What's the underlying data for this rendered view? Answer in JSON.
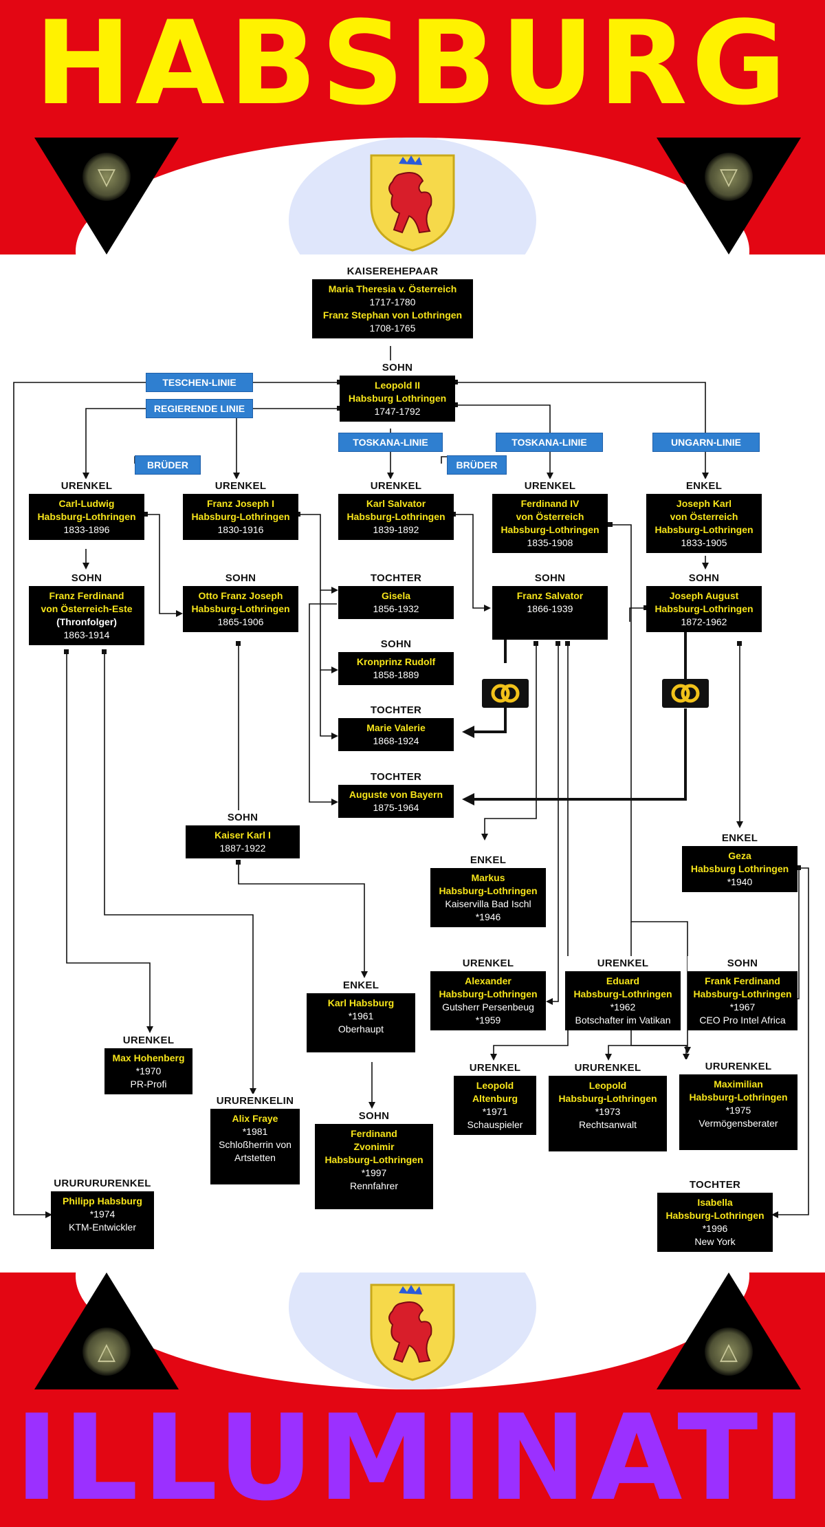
{
  "header": {
    "title": "HABSBURG",
    "title_color": "#fff200",
    "band_color": "#e30613"
  },
  "footer": {
    "title": "ILLUMINATI",
    "title_color": "#9b30ff"
  },
  "emblems": {
    "eye_icon": "eye-of-providence-icon",
    "crest_icon": "habsburg-lion-crest-icon"
  },
  "lineages": {
    "teschen": "TESCHEN-LINIE",
    "regierende": "REGIERENDE LINIE",
    "toskana_1": "TOSKANA-LINIE",
    "toskana_2": "TOSKANA-LINIE",
    "ungarn": "UNGARN-LINIE",
    "brueder_1": "BRÜDER",
    "brueder_2": "BRÜDER"
  },
  "persons": {
    "kaiserpaar": {
      "role": "KAISEREHEPAAR",
      "name1": "Maria Theresia v. Österreich",
      "years1": "1717-1780",
      "name2": "Franz Stephan von Lothringen",
      "years2": "1708-1765"
    },
    "leopold2": {
      "role": "SOHN",
      "name1": "Leopold II",
      "name2": "Habsburg Lothringen",
      "years": "1747-1792"
    },
    "carl_ludwig": {
      "role": "URENKEL",
      "name1": "Carl-Ludwig",
      "name2": "Habsburg-Lothringen",
      "years": "1833-1896"
    },
    "franz_joseph": {
      "role": "URENKEL",
      "name1": "Franz Joseph I",
      "name2": "Habsburg-Lothringen",
      "years": "1830-1916"
    },
    "karl_salvator": {
      "role": "URENKEL",
      "name1": "Karl Salvator",
      "name2": "Habsburg-Lothringen",
      "years": "1839-1892"
    },
    "ferdinand4": {
      "role": "URENKEL",
      "name1": "Ferdinand IV",
      "name2": "von Österreich",
      "name3": "Habsburg-Lothringen",
      "years": "1835-1908"
    },
    "joseph_karl": {
      "role": "ENKEL",
      "name1": "Joseph Karl",
      "name2": "von Österreich",
      "name3": "Habsburg-Lothringen",
      "years": "1833-1905"
    },
    "franz_ferdinand": {
      "role": "SOHN",
      "name1": "Franz Ferdinand",
      "name2": "von Österreich-Este",
      "extra": "(Thronfolger)",
      "years": "1863-1914"
    },
    "otto": {
      "role": "SOHN",
      "name1": "Otto Franz Joseph",
      "name2": "Habsburg-Lothringen",
      "years": "1865-1906"
    },
    "gisela": {
      "role": "TOCHTER",
      "name1": "Gisela",
      "years": "1856-1932"
    },
    "rudolf": {
      "role": "SOHN",
      "name1": "Kronprinz Rudolf",
      "years": "1858-1889"
    },
    "marie_valerie": {
      "role": "TOCHTER",
      "name1": "Marie Valerie",
      "years": "1868-1924"
    },
    "auguste": {
      "role": "TOCHTER",
      "name1": "Auguste von Bayern",
      "years": "1875-1964"
    },
    "franz_salvator": {
      "role": "SOHN",
      "name1": "Franz Salvator",
      "years": "1866-1939"
    },
    "joseph_august": {
      "role": "SOHN",
      "name1": "Joseph August",
      "name2": "Habsburg-Lothringen",
      "years": "1872-1962"
    },
    "karl1": {
      "role": "SOHN",
      "name1": "Kaiser Karl I",
      "years": "1887-1922"
    },
    "markus": {
      "role": "ENKEL",
      "name1": "Markus",
      "name2": "Habsburg-Lothringen",
      "note": "Kaiservilla Bad Ischl",
      "years": "*1946"
    },
    "geza": {
      "role": "ENKEL",
      "name1": "Geza",
      "name2": "Habsburg Lothringen",
      "years": "*1940"
    },
    "karl_habsburg": {
      "role": "ENKEL",
      "name1": "Karl Habsburg",
      "years": "*1961",
      "note": "Oberhaupt"
    },
    "alexander": {
      "role": "URENKEL",
      "name1": "Alexander",
      "name2": "Habsburg-Lothringen",
      "note": "Gutsherr Persenbeug",
      "years": "*1959"
    },
    "eduard": {
      "role": "URENKEL",
      "name1": "Eduard",
      "name2": "Habsburg-Lothringen",
      "years": "*1962",
      "note": "Botschafter im Vatikan"
    },
    "frank_ferdinand": {
      "role": "SOHN",
      "name1": "Frank Ferdinand",
      "name2": "Habsburg-Lothringen",
      "years": "*1967",
      "note": "CEO Pro Intel Africa"
    },
    "max_hohenberg": {
      "role": "URENKEL",
      "name1": "Max Hohenberg",
      "years": "*1970",
      "note": "PR-Profi"
    },
    "alix": {
      "role": "URURENKELIN",
      "name1": "Alix Fraye",
      "years": "*1981",
      "note1": "Schloßherrin von",
      "note2": "Artstetten"
    },
    "ferdinand_z": {
      "role": "SOHN",
      "name1": "Ferdinand",
      "name2": "Zvonimir",
      "name3": "Habsburg-Lothringen",
      "years": "*1997",
      "note": "Rennfahrer"
    },
    "leopold_alt": {
      "role": "URENKEL",
      "name1": "Leopold",
      "name2": "Altenburg",
      "years": "*1971",
      "note": "Schauspieler"
    },
    "leopold_hl": {
      "role": "URURENKEL",
      "name1": "Leopold",
      "name2": "Habsburg-Lothringen",
      "years": "*1973",
      "note": "Rechtsanwalt"
    },
    "maximilian": {
      "role": "URURENKEL",
      "name1": "Maximilian",
      "name2": "Habsburg-Lothringen",
      "years": "*1975",
      "note": "Vermögensberater"
    },
    "philipp": {
      "role": "URURURURENKEL",
      "name1": "Philipp Habsburg",
      "years": "*1974",
      "note": "KTM-Entwickler"
    },
    "isabella": {
      "role": "TOCHTER",
      "name1": "Isabella",
      "name2": "Habsburg-Lothringen",
      "years": "*1996",
      "note": "New York"
    }
  }
}
